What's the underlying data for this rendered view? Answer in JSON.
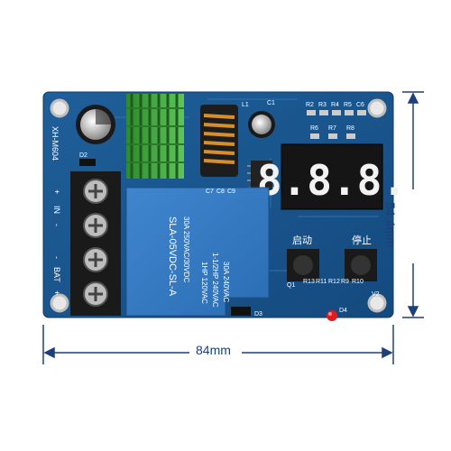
{
  "product": {
    "model_label": "XH-M604",
    "relay_line1": "SLA-05VDC-SL-A",
    "relay_line2": "30A 250VAC/30VDC",
    "relay_line3": "1HP 120VAC",
    "relay_line4": "1-1/2HP 240VAC",
    "relay_line5": "30A 240VAC",
    "display_value": "8.8.8.",
    "button_start": "启动",
    "button_stop": "停止"
  },
  "terminals": {
    "in_plus": "+",
    "in_label": "IN",
    "in_minus": "-",
    "bat_minus": "-",
    "bat_label": "BAT",
    "bat_plus": "+"
  },
  "silkscreen": {
    "r2": "R2",
    "r3": "R3",
    "r4": "R4",
    "r5": "R5",
    "c6": "C6",
    "r6": "R6",
    "r7": "R7",
    "r8": "R8",
    "l1": "L1",
    "c1": "C1",
    "d2": "D2",
    "c7": "C7",
    "c8": "C8",
    "c9": "C9",
    "d3": "D3",
    "d4": "D4",
    "q1": "Q1",
    "v2": "V2",
    "r13": "R13",
    "r11": "R11",
    "r12": "R12",
    "r9": "R9",
    "r10": "R10"
  },
  "dimensions": {
    "width": "84mm",
    "height": "54.4mm"
  }
}
